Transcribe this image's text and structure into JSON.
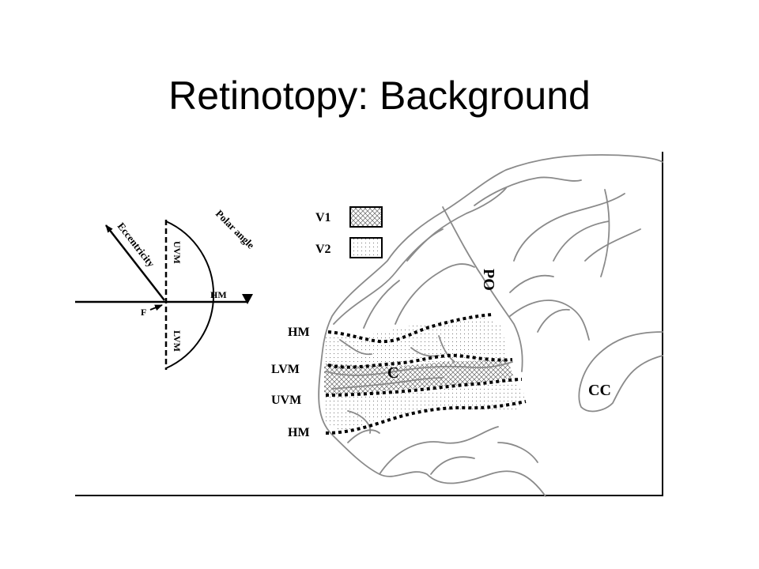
{
  "slide": {
    "title": "Retinotopy:  Background"
  },
  "legend": [
    {
      "label": "V1",
      "pattern": "crosshatch"
    },
    {
      "label": "V2",
      "pattern": "dots"
    }
  ],
  "visual_field": {
    "eccentricity": "Eccentricity",
    "polar_angle": "Polar angle",
    "uvm": "UVM",
    "lvm": "LVM",
    "hm": "HM",
    "fixation": "F"
  },
  "brain": {
    "boundary_labels": [
      "HM",
      "LVM",
      "UVM",
      "HM"
    ],
    "calcarine": "C",
    "parieto_occipital": "PO",
    "corpus_callosum": "CC"
  },
  "colors": {
    "sulcus_line": "#8a8a8a",
    "ink": "#000000"
  }
}
